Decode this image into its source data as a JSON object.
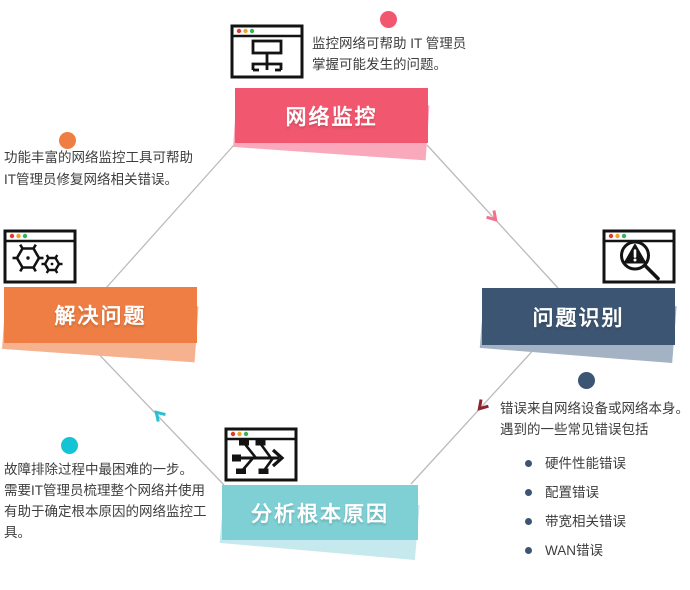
{
  "palette": {
    "pink": "#f1586f",
    "pink_light": "#f9a9bb",
    "orange": "#ee7e43",
    "orange_light": "#f6b28e",
    "navy": "#3c5572",
    "navy_light": "#a3b3c3",
    "teal": "#7fd0d5",
    "teal_light": "#c5e9ec",
    "cyan_dot": "#12c4d6",
    "connector_gray": "#bbbbbb",
    "arrow_pink": "#f4718a",
    "arrow_dark_red": "#8e2230",
    "arrow_teal": "#26c2d2",
    "text": "#3d3d3d"
  },
  "steps": {
    "monitoring": {
      "title": "网络监控",
      "desc_line1": "监控网络可帮助 IT 管理员",
      "desc_line2": "掌握可能发生的问题。",
      "icon": "network-map-browser-icon"
    },
    "identification": {
      "title": "问题识别",
      "desc_line1": "错误来自网络设备或网络本身。",
      "desc_line2": "遇到的一些常见错误包括",
      "bullets": [
        "硬件性能错误",
        "配置错误",
        "带宽相关错误",
        "WAN错误"
      ],
      "icon": "warning-search-browser-icon"
    },
    "analysis": {
      "title": "分析根本原因",
      "desc_line1": "故障排除过程中最困难的一步。",
      "desc_line2": "需要IT管理员梳理整个网络并使用",
      "desc_line3": "有助于确定根本原因的网络监控工",
      "desc_line4": "具。",
      "icon": "fishbone-browser-icon"
    },
    "resolution": {
      "title": "解决问题",
      "desc_line1": "功能丰富的网络监控工具可帮助",
      "desc_line2": "IT管理员修复网络相关错误。",
      "icon": "gears-browser-icon"
    }
  }
}
